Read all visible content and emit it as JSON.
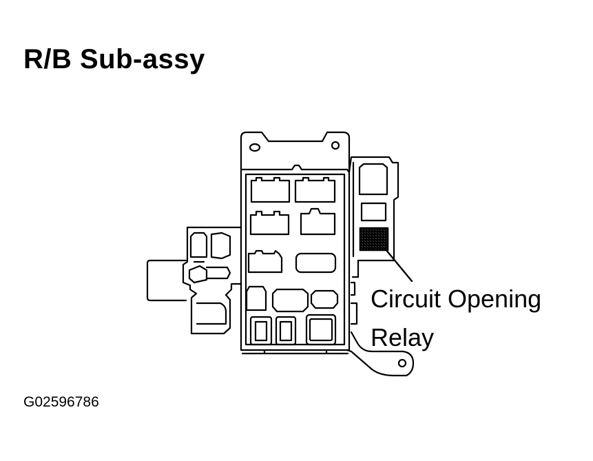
{
  "title": "R/B Sub-assy",
  "callout": {
    "line1": "Circuit Opening",
    "line2": "Relay"
  },
  "figure_code": "G02596786",
  "colors": {
    "ink": "#000000",
    "highlight_fill": "#555555"
  }
}
